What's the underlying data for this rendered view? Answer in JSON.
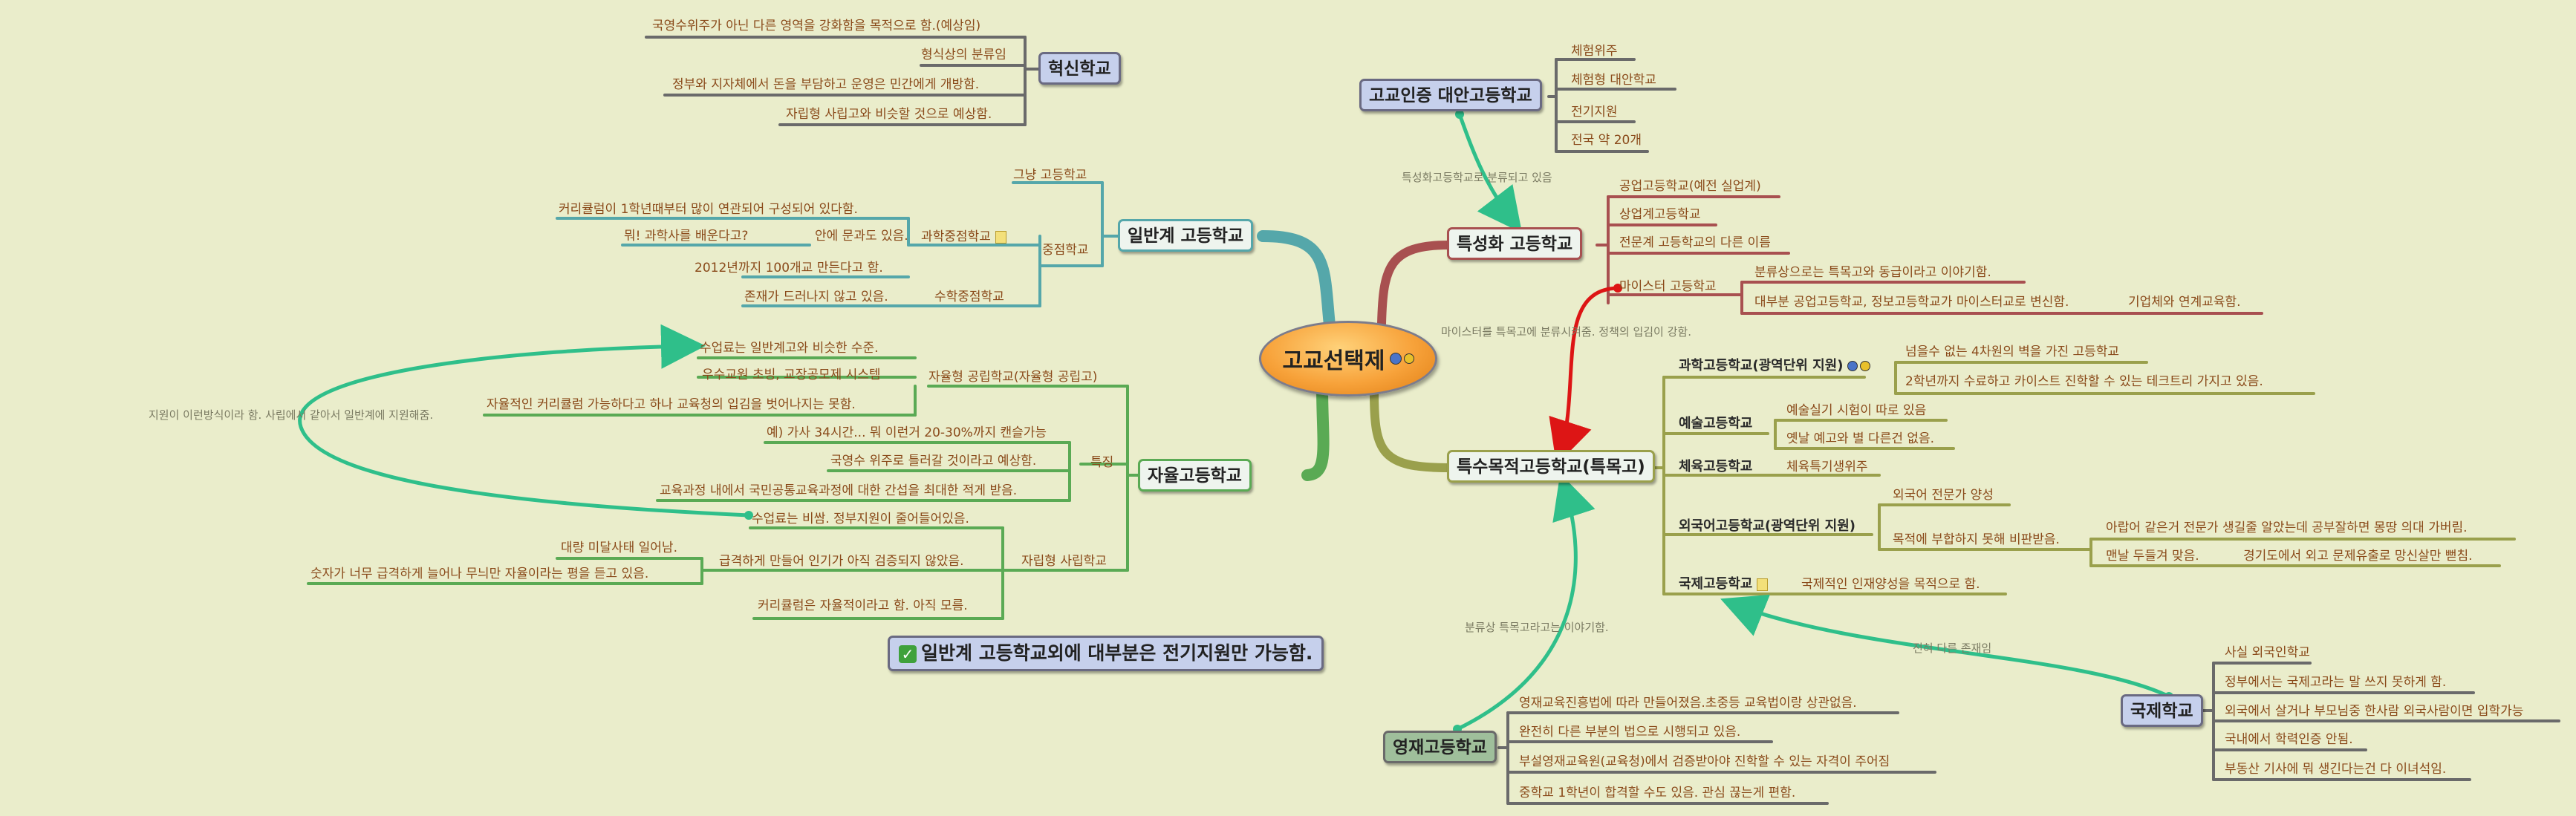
{
  "center": {
    "title": "고교선택제"
  },
  "general": {
    "title": "일반계 고등학교",
    "plain": "그냥 고등학교",
    "focus": "중점학교",
    "science": "과학중점학교",
    "science_items": [
      "커리큘럼이 1학년때부터 많이 연관되어 구성되어 있다함.",
      "뭐! 과학사를 배운다고?",
      "안에 문과도 있음."
    ],
    "math_items": [
      "2012년까지 100개교 만든다고 함.",
      "존재가 드러나지 않고 있음."
    ],
    "math": "수학중점학교"
  },
  "innovation": {
    "title": "혁신학교",
    "items": [
      "국영수위주가 아닌 다른 영역을 강화함을 목적으로 함.(예상임)",
      "형식상의 분류임",
      "정부와 지자체에서 돈을 부담하고 운영은 민간에게 개방함.",
      "자립형 사립고와 비슷할 것으로 예상함."
    ]
  },
  "autonomous": {
    "title": "자율고등학교",
    "public": "자율형 공립학교(자율형 공립고)",
    "public_items": [
      "수업료는 일반계고와 비슷한 수준.",
      "우수교원 초빙, 교장공모제 시스템",
      "자율적인 커리큘럼 가능하다고 하나 교육청의 입김을 벗어나지는 못함."
    ],
    "features": "특징",
    "feature_items": [
      "예) 가사 34시간... 뭐 이런거 20-30%까지 캔슬가능",
      "국영수 위주로 틀러갈 것이라고 예상함.",
      "교육과정 내에서 국민공통교육과정에 대한 간섭을 최대한 적게 받음."
    ],
    "private": "자립형 사립학교",
    "private_items": [
      "수업료는 비쌈. 정부지원이 줄어들어있음.",
      "급격하게 만들어 인기가 아직 검증되지 않았음.",
      "커리큘럼은 자율적이라고 함. 아직 모름."
    ],
    "rapid_items": [
      "대량 미달사태 일어남.",
      "숫자가 너무 급격하게 늘어나 무늬만 자율이라는 평을 듣고 있음."
    ],
    "side_note": "지원이 이런방식이라 함. 사립에서 같아서 일반계에 지원해줌."
  },
  "note": {
    "text": "일반계 고등학교외에 대부분은 전기지원만 가능함."
  },
  "alternative": {
    "title": "고교인증 대안고등학교",
    "items": [
      "체험위주",
      "체험형 대안학교",
      "전기지원",
      "전국 약 20개"
    ],
    "link": "특성화고등학교로 분류되고 있음"
  },
  "specialized": {
    "title": "특성화 고등학교",
    "items": [
      "공업고등학교(예전 실업계)",
      "상업계고등학교",
      "전문계 고등학교의 다른 이름"
    ],
    "meister": "마이스터 고등학교",
    "meister_items": [
      "분류상으로는 특목고와 동급이라고 이야기함.",
      "대부분 공업고등학교, 정보고등학교가 마이스터교로 변신함.",
      "기업체와 연계교육함."
    ],
    "meister_link": "마이스터를 특목고에 분류시켜줌. 정책의 입김이 강함."
  },
  "special_purpose": {
    "title": "특수목적고등학교(특목고)",
    "science": "과학고등학교(광역단위 지원)",
    "science_items": [
      "넘을수 없는 4차원의 벽을 가진 고등학교",
      "2학년까지 수료하고 카이스트 진학할 수 있는 테크트리 가지고 있음."
    ],
    "arts": "예술고등학교",
    "arts_items": [
      "예술실기 시험이 따로 있음",
      "옛날 예고와 별 다른건 없음."
    ],
    "sports": "체육고등학교",
    "sports_items": [
      "체육특기생위주"
    ],
    "foreign": "외국어고등학교(광역단위 지원)",
    "foreign_items": [
      "외국어 전문가 양성",
      "목적에 부합하지 못해 비판받음."
    ],
    "foreign_sub": [
      "아랍어 같은거 전문가 생길줄 알았는데 공부잘하면 몽땅 의대 가버림.",
      "맨날 두들겨 맞음.",
      "경기도에서 외고 문제유출로 망신살만 뻗침."
    ],
    "intl": "국제고등학교",
    "intl_items": [
      "국제적인 인재양성을 목적으로 함."
    ]
  },
  "international": {
    "title": "국제학교",
    "link": "전혀 다른 존재임",
    "items": [
      "사실 외국인학교",
      "정부에서는 국제고라는 말 쓰지 못하게 함.",
      "외국에서 살거나 부모님중 한사람 외국사람이면 입학가능",
      "국내에서 학력인증 안됨.",
      "부동산 기사에 뭐 생긴다는건 다 이녀석임."
    ]
  },
  "gifted": {
    "title": "영재고등학교",
    "link": "분류상 특목고라고는 이야기함.",
    "items": [
      "영재교육진흥법에 따라 만들어졌음.초중등 교육법이랑 상관없음.",
      "완전히 다른 부분의 법으로 시행되고 있음.",
      "부설영재교육원(교육청)에서 검증받아야 진학할 수 있는 자격이 주어짐",
      "중학교 1학년이 합격할 수도 있음. 관심 끊는게 편함."
    ]
  },
  "colors": {
    "teal": "#55a7aa",
    "green": "#5aaa54",
    "red": "#a85050",
    "olive": "#9aa04c",
    "gray": "#6a6a6a",
    "arrow": "#2fbf8a",
    "meister_arrow": "#dd1515"
  }
}
